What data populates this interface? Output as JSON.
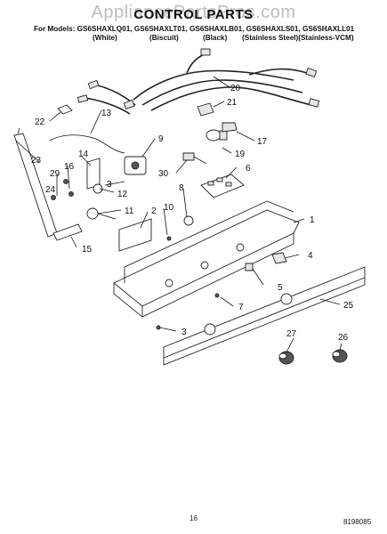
{
  "header": {
    "watermark": "AppliancePartsPros.com",
    "title": "CONTROL PARTS",
    "models_line": "For Models: GS6SHAXLQ01, GS6SHAXLT01, GS6SHAXLB01, GS6SHAXLS01, GS6SHAXLL01",
    "colors": [
      "(White)",
      "(Biscuit)",
      "(Black)",
      "(Stainless Steel)(Stainless-VCM)"
    ]
  },
  "callouts": [
    "1",
    "2",
    "3",
    "3",
    "4",
    "5",
    "6",
    "7",
    "8",
    "9",
    "10",
    "11",
    "12",
    "13",
    "14",
    "15",
    "16",
    "17",
    "19",
    "20",
    "21",
    "22",
    "23",
    "24",
    "25",
    "26",
    "27",
    "29",
    "30"
  ],
  "footer": {
    "page_number": "16",
    "document_number": "8198085"
  }
}
